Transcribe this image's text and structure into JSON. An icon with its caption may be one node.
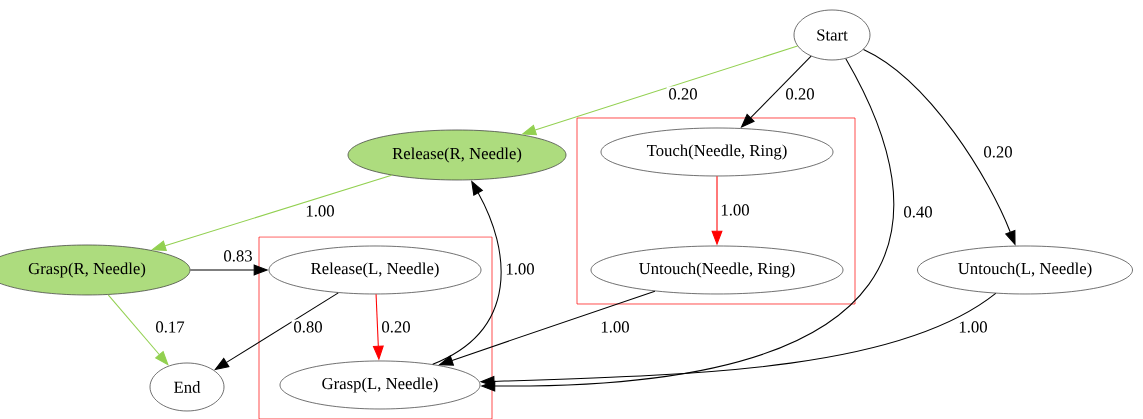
{
  "diagram": {
    "nodes": [
      {
        "text": [
          "Start"
        ]
      },
      {
        "text": [
          "Release(R, Needle)"
        ]
      },
      {
        "text": [],
        "shape": "box"
      },
      {
        "text": [
          "Touch(Needle, Ring)"
        ],
        "in": 2
      },
      {
        "text": [
          "Grasp(R, Needle)"
        ]
      },
      {
        "text": [],
        "shape": "box"
      },
      {
        "text": [
          "Release(L, Needle)"
        ],
        "in": 5
      },
      {
        "text": [
          "Untouch(Needle, Ring)"
        ],
        "in": 2
      },
      {
        "text": [
          "Untouch(L, Needle)"
        ]
      },
      {
        "text": [
          "End"
        ]
      },
      {
        "text": [
          "Grasp(L, Needle)"
        ],
        "in": 5
      }
    ],
    "edges": [
      {
        "from": 0,
        "to": 1,
        "arrow": "to",
        "label": "0.20",
        "color": "#92d050"
      },
      {
        "from": 0,
        "to": 3,
        "arrow": "to",
        "label": "0.20"
      },
      {
        "from": 0,
        "to": 10,
        "arrow": "to",
        "label": "0.40"
      },
      {
        "from": 0,
        "to": 8,
        "arrow": "to",
        "label": "0.20"
      },
      {
        "from": 1,
        "to": 4,
        "arrow": "to",
        "label": "1.00",
        "color": "#92d050"
      },
      {
        "from": 4,
        "to": 6,
        "arrow": "to",
        "label": "0.83"
      },
      {
        "from": 4,
        "to": 9,
        "arrow": "to",
        "label": "0.17",
        "color": "#92d050"
      },
      {
        "from": 6,
        "to": 9,
        "arrow": "to",
        "label": "0.80"
      },
      {
        "from": 6,
        "to": 10,
        "arrow": "to",
        "label": "0.20",
        "color": "#ff0000"
      },
      {
        "from": 10,
        "to": 1,
        "arrow": "to",
        "label": "1.00"
      },
      {
        "from": 3,
        "to": 7,
        "arrow": "to",
        "label": "1.00",
        "color": "#ff0000"
      },
      {
        "from": 7,
        "to": 10,
        "arrow": "to",
        "label": "1.00"
      },
      {
        "from": 8,
        "to": 10,
        "arrow": "to",
        "label": "1.00"
      }
    ]
  }
}
